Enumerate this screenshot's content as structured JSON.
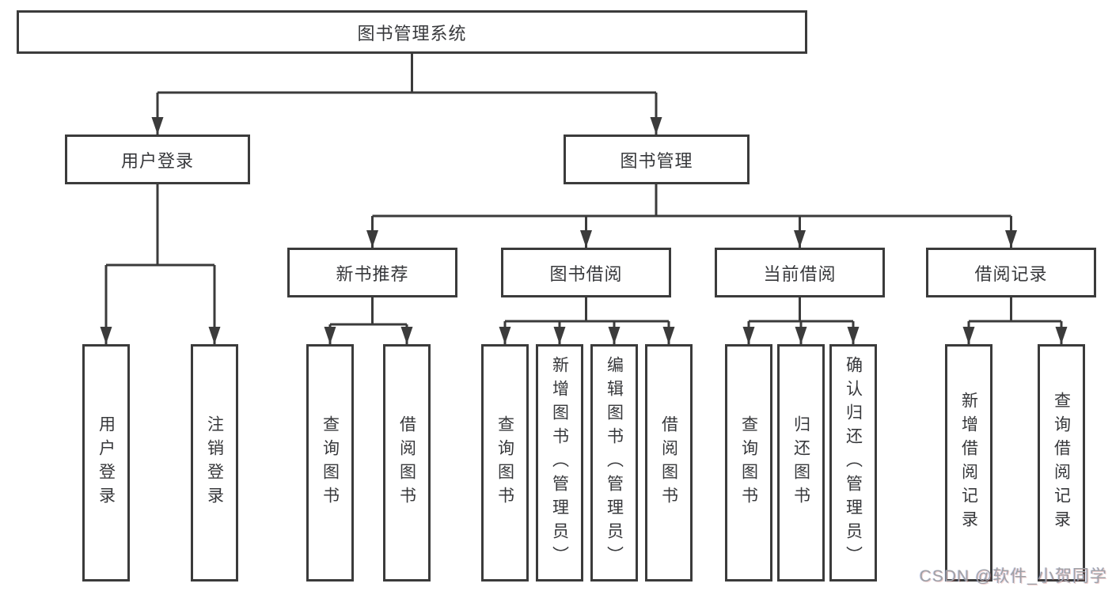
{
  "tree": {
    "label": "图书管理系统",
    "children": [
      {
        "label": "用户登录",
        "children": [
          {
            "label": "用户登录"
          },
          {
            "label": "注销登录"
          }
        ]
      },
      {
        "label": "图书管理",
        "children": [
          {
            "label": "新书推荐",
            "children": [
              {
                "label": "查询图书"
              },
              {
                "label": "借阅图书"
              }
            ]
          },
          {
            "label": "图书借阅",
            "children": [
              {
                "label": "查询图书"
              },
              {
                "label": "新增图书（管理员）"
              },
              {
                "label": "编辑图书（管理员）"
              },
              {
                "label": "借阅图书"
              }
            ]
          },
          {
            "label": "当前借阅",
            "children": [
              {
                "label": "查询图书"
              },
              {
                "label": "归还图书"
              },
              {
                "label": "确认归还（管理员）"
              }
            ]
          },
          {
            "label": "借阅记录",
            "children": [
              {
                "label": "新增借阅记录"
              },
              {
                "label": "查询借阅记录"
              }
            ]
          }
        ]
      }
    ]
  },
  "watermark": {
    "text": "CSDN @软件_小贺同学"
  },
  "colors": {
    "line": "#3b3b3b",
    "box_border": "#3b3b3b",
    "text": "#37383b",
    "watermark": "#9fa1a6",
    "background": "#ffffff"
  }
}
